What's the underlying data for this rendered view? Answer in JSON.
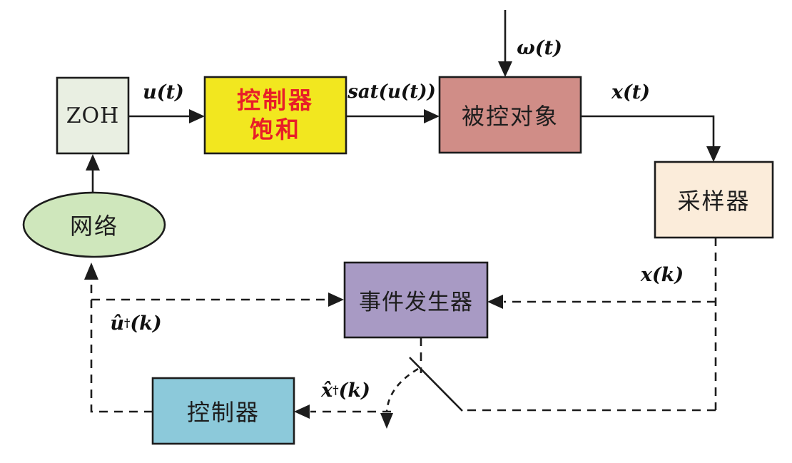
{
  "diagram": {
    "nodes": {
      "zoh": {
        "label": "ZOH",
        "fill": "#e9efe2"
      },
      "saturation": {
        "label": "控制器\n饱和",
        "fill": "#f2e71f",
        "text_color": "#e81e28"
      },
      "plant": {
        "label": "被控对象",
        "fill": "#d08d87"
      },
      "sampler": {
        "label": "采样器",
        "fill": "#fbecda"
      },
      "event_generator": {
        "label": "事件发生器",
        "fill": "#a89ac4"
      },
      "controller": {
        "label": "控制器",
        "fill": "#8cc9da"
      },
      "network": {
        "label": "网络",
        "fill": "#cfe7bc"
      }
    },
    "signals": {
      "u_t": "u(t)",
      "sat_u_t": "sat(u(t))",
      "omega_t": "ω(t)",
      "x_t": "x(t)",
      "x_k": "x(k)",
      "u_hat_k": {
        "base": "û",
        "sup": "†",
        "rest": "(k)"
      },
      "x_hat_k": {
        "base": "x̂",
        "sup": "†",
        "rest": "(k)"
      }
    },
    "style": {
      "line_color": "#1c1c1c",
      "background": "#ffffff"
    }
  }
}
